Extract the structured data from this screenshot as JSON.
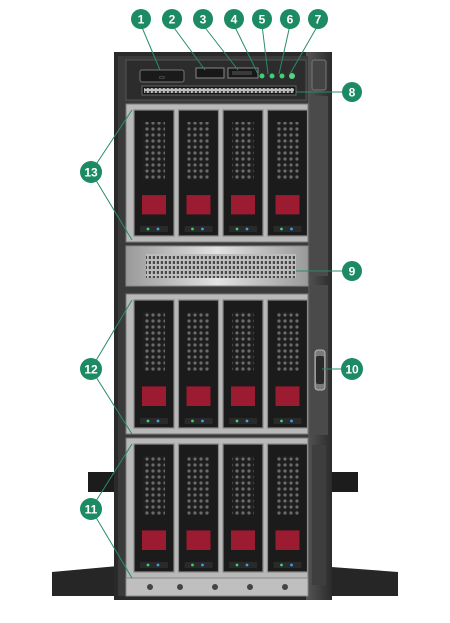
{
  "colors": {
    "callout": "#1c8a63",
    "chassis": "#2e2e2e",
    "chassis_dark": "#1b1b1b",
    "frame_silver": "#c9c9c9",
    "drive_red": "#9b1b30",
    "led_green": "#3ad17a",
    "led_blue": "#3aa0e8"
  },
  "callouts": [
    {
      "id": "1",
      "label": "1"
    },
    {
      "id": "2",
      "label": "2"
    },
    {
      "id": "3",
      "label": "3"
    },
    {
      "id": "4",
      "label": "4"
    },
    {
      "id": "5",
      "label": "5"
    },
    {
      "id": "6",
      "label": "6"
    },
    {
      "id": "7",
      "label": "7"
    },
    {
      "id": "8",
      "label": "8"
    },
    {
      "id": "9",
      "label": "9"
    },
    {
      "id": "10",
      "label": "10"
    },
    {
      "id": "11",
      "label": "11"
    },
    {
      "id": "12",
      "label": "12"
    },
    {
      "id": "13",
      "label": "13"
    }
  ],
  "drive_cages": [
    {
      "name": "upper",
      "bays": 4
    },
    {
      "name": "middle",
      "bays": 4
    },
    {
      "name": "lower",
      "bays": 4
    }
  ]
}
